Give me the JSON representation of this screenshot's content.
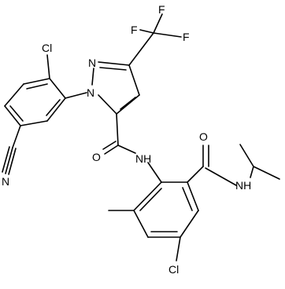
{
  "structure": {
    "atoms": {
      "F_top": "F",
      "F_left": "F",
      "F_right": "F",
      "N_pyr2": "N",
      "N_pyr1": "N",
      "Cl_top": "Cl",
      "N_nitrile": "N",
      "O_amide1": "O",
      "NH_amide1": "NH",
      "O_amide2": "O",
      "NH_amide2": "NH",
      "Cl_bottom": "Cl"
    }
  }
}
